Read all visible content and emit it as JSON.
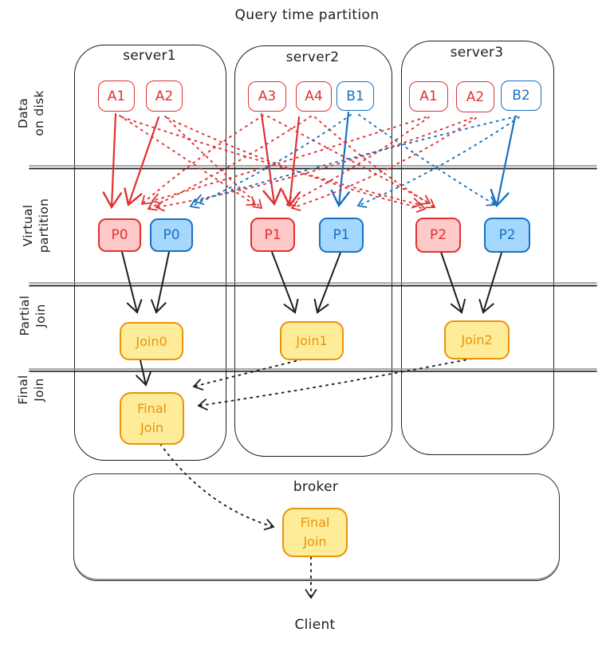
{
  "title": "Query time partition",
  "rows": [
    {
      "line1": "Data",
      "line2": "on disk"
    },
    {
      "line1": "Virtual",
      "line2": "partition"
    },
    {
      "line1": "Partial",
      "line2": "Join"
    },
    {
      "line1": "Final",
      "line2": "Join"
    }
  ],
  "servers": [
    {
      "name": "server1",
      "data_nodes": [
        {
          "label": "A1",
          "color": "red"
        },
        {
          "label": "A2",
          "color": "red"
        }
      ],
      "partitions": [
        {
          "label": "P0",
          "color": "red"
        },
        {
          "label": "P0",
          "color": "blue"
        }
      ],
      "partial_join": "Join0",
      "final_join": {
        "line1": "Final",
        "line2": "Join"
      }
    },
    {
      "name": "server2",
      "data_nodes": [
        {
          "label": "A3",
          "color": "red"
        },
        {
          "label": "A4",
          "color": "red"
        },
        {
          "label": "B1",
          "color": "blue"
        }
      ],
      "partitions": [
        {
          "label": "P1",
          "color": "red"
        },
        {
          "label": "P1",
          "color": "blue"
        }
      ],
      "partial_join": "Join1"
    },
    {
      "name": "server3",
      "data_nodes": [
        {
          "label": "A1",
          "color": "red"
        },
        {
          "label": "A2",
          "color": "red"
        },
        {
          "label": "B2",
          "color": "blue"
        }
      ],
      "partitions": [
        {
          "label": "P2",
          "color": "red"
        },
        {
          "label": "P2",
          "color": "blue"
        }
      ],
      "partial_join": "Join2"
    }
  ],
  "broker": {
    "name": "broker",
    "final_join": {
      "line1": "Final",
      "line2": "Join"
    }
  },
  "client_label": "Client",
  "colors": {
    "red": "#e03131",
    "blue": "#1971c2",
    "orange": "#e8930c",
    "yellow_fill": "#ffec99",
    "red_fill": "#ffc9c9",
    "blue_fill": "#a5d8ff",
    "ink": "#1e1e1e"
  },
  "edges": [
    {
      "from": "server1.A1",
      "to": "server1.P0.red",
      "style": "solid",
      "color": "red"
    },
    {
      "from": "server1.A2",
      "to": "server1.P0.red",
      "style": "solid",
      "color": "red"
    },
    {
      "from": "server2.A3",
      "to": "server2.P1.red",
      "style": "solid",
      "color": "red"
    },
    {
      "from": "server2.A4",
      "to": "server2.P1.red",
      "style": "solid",
      "color": "red"
    },
    {
      "from": "server2.B1",
      "to": "server2.P1.blue",
      "style": "solid",
      "color": "blue"
    },
    {
      "from": "server3.B2",
      "to": "server3.P2.blue",
      "style": "solid",
      "color": "blue"
    },
    {
      "from": "server2.A3",
      "to": "server1.P0.red",
      "style": "dotted",
      "color": "red"
    },
    {
      "from": "server2.A4",
      "to": "server1.P0.red",
      "style": "dotted",
      "color": "red"
    },
    {
      "from": "server3.A1",
      "to": "server1.P0.red",
      "style": "dotted",
      "color": "red"
    },
    {
      "from": "server3.A2",
      "to": "server1.P0.red",
      "style": "dotted",
      "color": "red"
    },
    {
      "from": "server1.A1",
      "to": "server2.P1.red",
      "style": "dotted",
      "color": "red"
    },
    {
      "from": "server1.A2",
      "to": "server2.P1.red",
      "style": "dotted",
      "color": "red"
    },
    {
      "from": "server3.A1",
      "to": "server2.P1.red",
      "style": "dotted",
      "color": "red"
    },
    {
      "from": "server3.A2",
      "to": "server2.P1.red",
      "style": "dotted",
      "color": "red"
    },
    {
      "from": "server1.A1",
      "to": "server3.P2.red",
      "style": "dotted",
      "color": "red"
    },
    {
      "from": "server1.A2",
      "to": "server3.P2.red",
      "style": "dotted",
      "color": "red"
    },
    {
      "from": "server2.A3",
      "to": "server3.P2.red",
      "style": "dotted",
      "color": "red"
    },
    {
      "from": "server2.A4",
      "to": "server3.P2.red",
      "style": "dotted",
      "color": "red"
    },
    {
      "from": "server2.B1",
      "to": "server1.P0.blue",
      "style": "dotted",
      "color": "blue"
    },
    {
      "from": "server2.B1",
      "to": "server3.P2.blue",
      "style": "dotted",
      "color": "blue"
    },
    {
      "from": "server3.B2",
      "to": "server1.P0.blue",
      "style": "dotted",
      "color": "blue"
    },
    {
      "from": "server3.B2",
      "to": "server2.P1.blue",
      "style": "dotted",
      "color": "blue"
    },
    {
      "from": "server1.P0.red",
      "to": "server1.Join0",
      "style": "solid",
      "color": "black"
    },
    {
      "from": "server1.P0.blue",
      "to": "server1.Join0",
      "style": "solid",
      "color": "black"
    },
    {
      "from": "server2.P1.red",
      "to": "server2.Join1",
      "style": "solid",
      "color": "black"
    },
    {
      "from": "server2.P1.blue",
      "to": "server2.Join1",
      "style": "solid",
      "color": "black"
    },
    {
      "from": "server3.P2.red",
      "to": "server3.Join2",
      "style": "solid",
      "color": "black"
    },
    {
      "from": "server3.P2.blue",
      "to": "server3.Join2",
      "style": "solid",
      "color": "black"
    },
    {
      "from": "server1.Join0",
      "to": "server1.FinalJoin",
      "style": "solid",
      "color": "black"
    },
    {
      "from": "server2.Join1",
      "to": "server1.FinalJoin",
      "style": "dotted",
      "color": "black"
    },
    {
      "from": "server3.Join2",
      "to": "server1.FinalJoin",
      "style": "dotted",
      "color": "black"
    },
    {
      "from": "server1.FinalJoin",
      "to": "broker.FinalJoin",
      "style": "dotted",
      "color": "black"
    },
    {
      "from": "broker.FinalJoin",
      "to": "Client",
      "style": "dotted",
      "color": "black"
    }
  ]
}
